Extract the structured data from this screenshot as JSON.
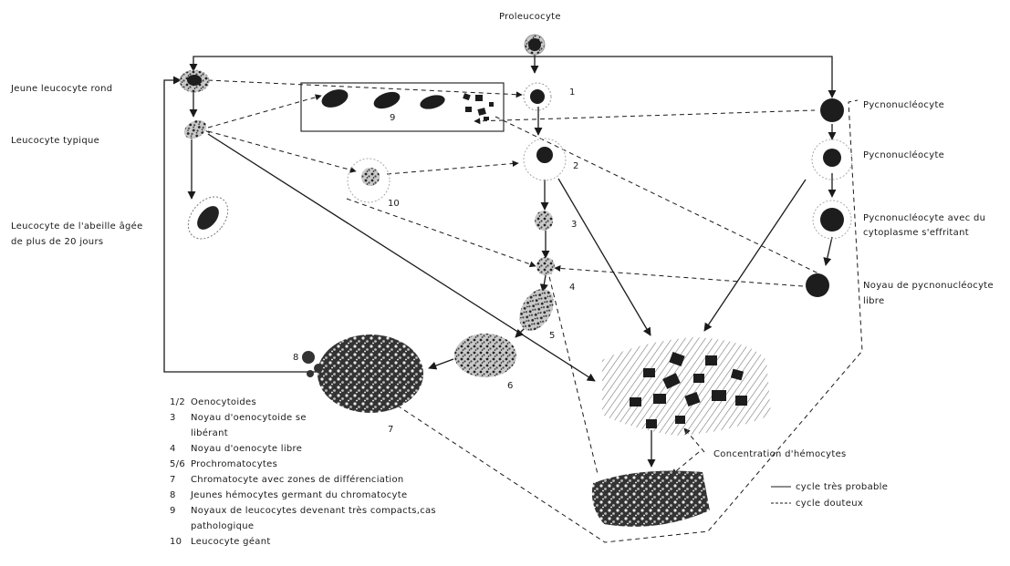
{
  "labels": {
    "proleucocyte": "Proleucocyte",
    "jeune_leucocyte_rond": "Jeune leucocyte rond",
    "leucocyte_typique": "Leucocyte typique",
    "leucocyte_abeille_1": "Leucocyte de l'abeille âgée",
    "leucocyte_abeille_2": "de plus de 20 jours",
    "pycno_1": "Pycnonucléocyte",
    "pycno_2": "Pycnonucléocyte",
    "pycno_cyto_1": "Pycnonucléocyte avec du",
    "pycno_cyto_2": "cytoplasme s'effritant",
    "noyau_pycno_1": "Noyau de pycnonucléocyte",
    "noyau_pycno_2": "libre",
    "concentration": "Concentration d'hémocytes"
  },
  "numbers": {
    "n1": "1",
    "n2": "2",
    "n3": "3",
    "n4": "4",
    "n5": "5",
    "n6": "6",
    "n7": "7",
    "n8": "8",
    "n9": "9",
    "n10": "10"
  },
  "legend": {
    "items": [
      {
        "key": "1/2",
        "text": "Oenocytoides"
      },
      {
        "key": "3",
        "text": "Noyau d'oenocytoide se"
      },
      {
        "key": "",
        "text": "libérant"
      },
      {
        "key": "4",
        "text": "Noyau d'oenocyte libre"
      },
      {
        "key": "5/6",
        "text": "Prochromatocytes"
      },
      {
        "key": "7",
        "text": "Chromatocyte avec zones de différenciation"
      },
      {
        "key": "8",
        "text": "Jeunes hémocytes germant du chromatocyte"
      },
      {
        "key": "9",
        "text": "Noyaux de leucocytes devenant très compacts,cas"
      },
      {
        "key": "",
        "text": "pathologique"
      },
      {
        "key": "10",
        "text": "Leucocyte géant"
      }
    ]
  },
  "line_legend": {
    "solid": "cycle très probable",
    "dashed": "cycle douteux"
  }
}
